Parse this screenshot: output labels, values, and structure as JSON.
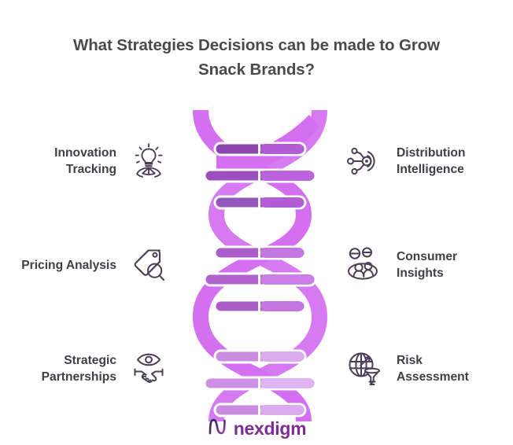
{
  "title": "What Strategies Decisions can be made to Grow Snack Brands?",
  "title_line1": "What Strategies Decisions can be made to Grow",
  "title_line2": "Snack Brands?",
  "colors": {
    "title_text": "#4a4a4a",
    "item_text": "#3f3f46",
    "icon_stroke": "#4b3f55",
    "dna_ribbon": "#d36ff0",
    "dna_rung_dark": "#8e44ad",
    "dna_rung_mid": "#a95ec9",
    "dna_rung_light": "#d9a5ec",
    "logo_text": "#7d2f93",
    "background": "#ffffff"
  },
  "left_items": [
    {
      "label": "Innovation Tracking",
      "label_line1": "Innovation",
      "label_line2": "Tracking",
      "icon": "lightbulb-network-icon"
    },
    {
      "label": "Pricing Analysis",
      "label_line1": "Pricing Analysis",
      "label_line2": "",
      "icon": "price-tag-magnifier-icon"
    },
    {
      "label": "Strategic Partnerships",
      "label_line1": "Strategic",
      "label_line2": "Partnerships",
      "icon": "eye-handshake-icon"
    }
  ],
  "right_items": [
    {
      "label": "Distribution Intelligence",
      "label_line1": "Distribution",
      "label_line2": "Intelligence",
      "icon": "network-nodes-icon"
    },
    {
      "label": "Consumer Insights",
      "label_line1": "Consumer",
      "label_line2": "Insights",
      "icon": "people-group-icon"
    },
    {
      "label": "Risk Assessment",
      "label_line1": "Risk",
      "label_line2": "Assessment",
      "icon": "globe-target-funnel-icon"
    }
  ],
  "center_graphic": {
    "name": "dna-double-helix",
    "sections": 3,
    "rungs_per_section": 3
  },
  "logo": {
    "mark": "nexdigm-n-mark",
    "text": "nexdigm"
  }
}
